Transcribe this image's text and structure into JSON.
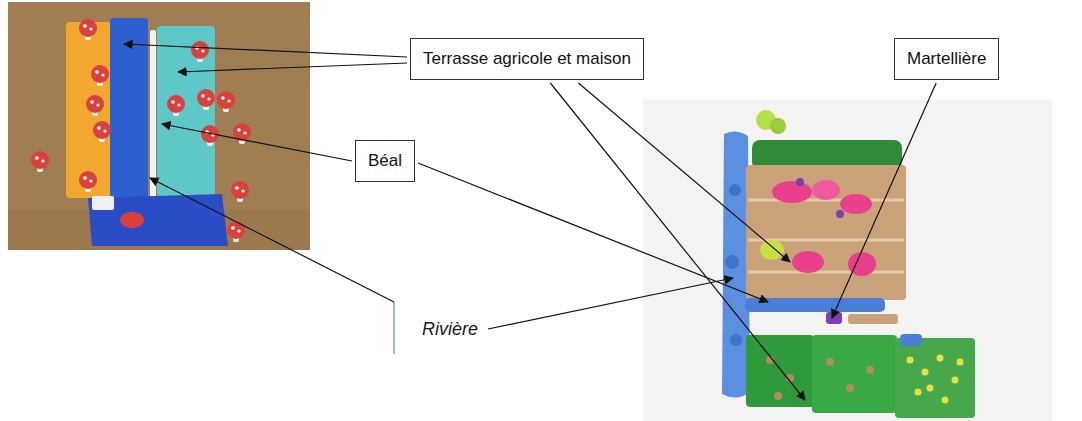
{
  "diagram": {
    "nodes": [
      {
        "text": [
          "Terrasse agricole et maison"
        ]
      },
      {
        "text": [
          "Martellière"
        ]
      },
      {
        "text": [
          "Béal"
        ]
      }
    ],
    "labels": [
      "Rivière"
    ]
  }
}
